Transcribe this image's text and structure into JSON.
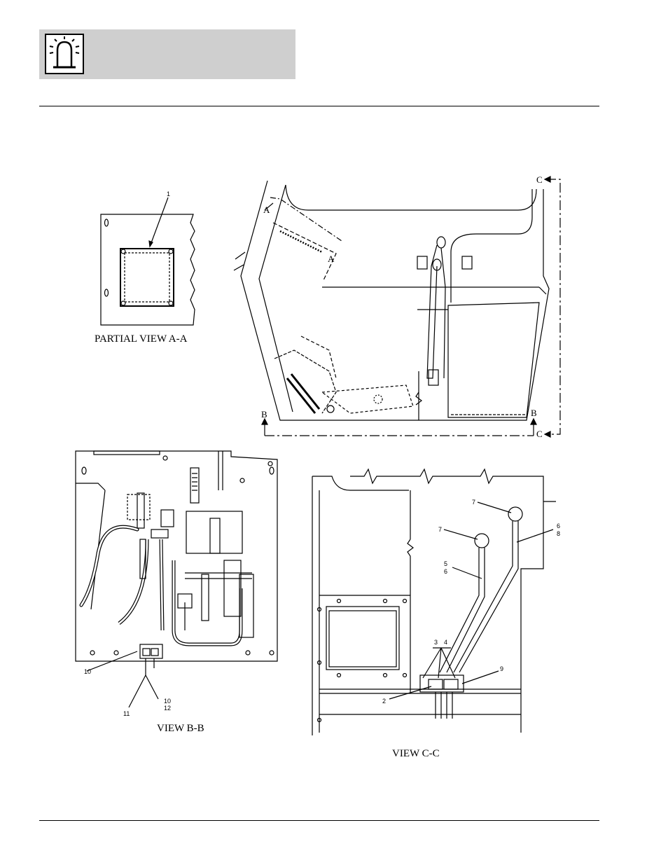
{
  "header": {
    "icon": "beacon-light-icon"
  },
  "views": {
    "partial_a": {
      "title": "PARTIAL VIEW A-A",
      "callouts": [
        "1"
      ]
    },
    "main": {
      "section_marks": [
        "A",
        "A",
        "B",
        "B",
        "C",
        "C"
      ]
    },
    "view_b": {
      "title": "VIEW B-B",
      "callouts": [
        "10",
        "11",
        "10",
        "12"
      ]
    },
    "view_c": {
      "title": "VIEW C-C",
      "callouts": [
        "7",
        "7",
        "6",
        "8",
        "5",
        "6",
        "3",
        "4",
        "9",
        "2"
      ]
    }
  }
}
